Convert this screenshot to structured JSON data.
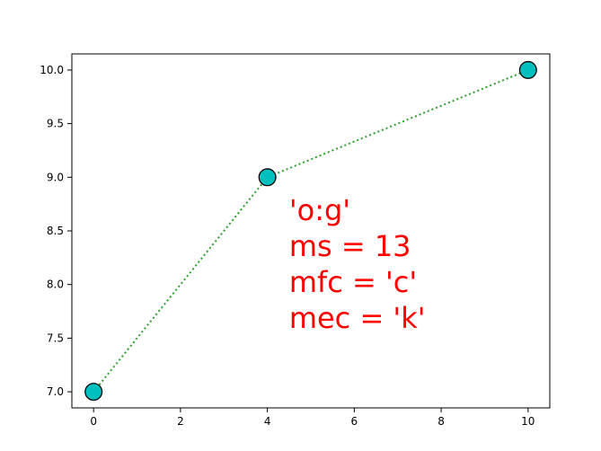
{
  "chart_data": {
    "type": "line",
    "title": "",
    "xlabel": "",
    "ylabel": "",
    "xlim": [
      -0.5,
      10.5
    ],
    "ylim": [
      6.85,
      10.15
    ],
    "xticks": [
      0,
      2,
      4,
      6,
      8,
      10
    ],
    "yticks": [
      7.0,
      7.5,
      8.0,
      8.5,
      9.0,
      9.5,
      10.0
    ],
    "xtick_labels": [
      "0",
      "2",
      "4",
      "6",
      "8",
      "10"
    ],
    "ytick_labels": [
      "7.0",
      "7.5",
      "8.0",
      "8.5",
      "9.0",
      "9.5",
      "10.0"
    ],
    "grid": false,
    "series": [
      {
        "x": [
          0,
          4,
          10
        ],
        "y": [
          7,
          9,
          10
        ],
        "line_style": "dotted",
        "line_color": "#2ca02c",
        "marker": "circle",
        "marker_size": 13,
        "marker_face_color": "#00bfbf",
        "marker_edge_color": "#000000"
      }
    ],
    "annotation": {
      "lines": [
        "'o:g'",
        "ms = 13",
        "mfc = 'c'",
        "mec = 'k'"
      ],
      "color": "#ff0000",
      "x": 4.5,
      "y": 8.6
    }
  }
}
